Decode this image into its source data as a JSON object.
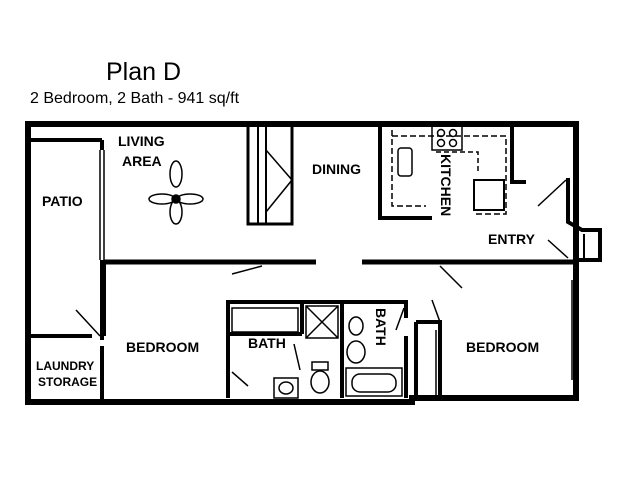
{
  "plan": {
    "name": "Plan D",
    "summary": "2 Bedroom, 2 Bath - 941 sq/ft"
  },
  "rooms": {
    "living_line1": "LIVING",
    "living_line2": "AREA",
    "dining": "DINING",
    "kitchen": "KITCHEN",
    "patio": "PATIO",
    "entry": "ENTRY",
    "bedroom_left": "BEDROOM",
    "bath_left": "BATH",
    "bath_right": "BATH",
    "bedroom_right": "BEDROOM",
    "laundry_line1": "LAUNDRY",
    "laundry_line2": "STORAGE"
  },
  "colors": {
    "wall": "#000000",
    "background": "#ffffff"
  }
}
